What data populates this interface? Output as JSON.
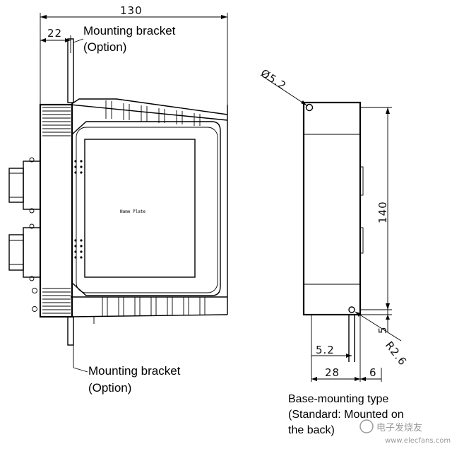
{
  "left_view": {
    "dim_total_width": "130",
    "dim_bracket_offset": "22",
    "bracket_top_label": "Mounting bracket",
    "bracket_top_option": "(Option)",
    "bracket_bottom_label": "Mounting bracket",
    "bracket_bottom_option": "(Option)",
    "name_plate": "Name Plate"
  },
  "right_view": {
    "dim_hole_diameter": "Ø5.2",
    "dim_height": "140",
    "dim_bottom_gap": "5",
    "dim_hole_offset": "5.2",
    "dim_radius": "R2.6",
    "dim_depth": "28",
    "dim_tab": "6"
  },
  "note": {
    "line1": "Base-mounting type",
    "line2": "(Standard: Mounted on",
    "line3": "the back)"
  },
  "watermark": {
    "cn": "电子发烧友",
    "url": "www.elecfans.com"
  }
}
